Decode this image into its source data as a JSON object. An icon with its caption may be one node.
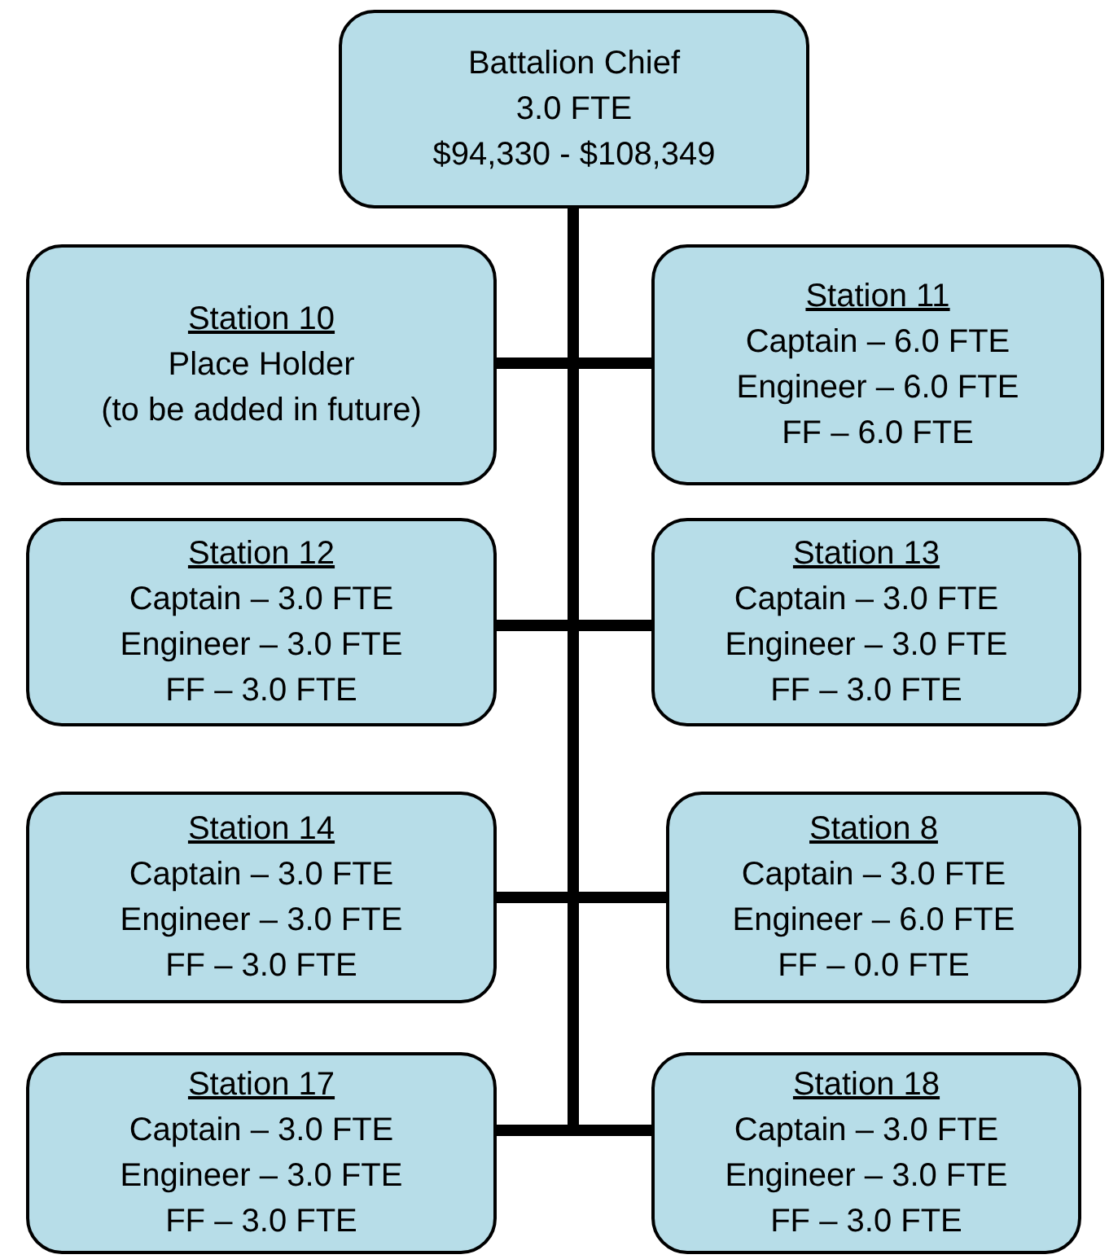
{
  "diagram": {
    "nodes": [
      {
        "text": [
          "Battalion Chief",
          "3.0 FTE",
          "$94,330 - $108,349"
        ]
      },
      {
        "text": [
          "Station 10",
          "Place Holder",
          "(to be added in future)"
        ]
      },
      {
        "text": [
          "Station 11",
          "Captain – 6.0 FTE",
          "Engineer – 6.0 FTE",
          "FF – 6.0 FTE"
        ]
      },
      {
        "text": [
          "Station 12",
          "Captain – 3.0 FTE",
          "Engineer – 3.0 FTE",
          "FF – 3.0 FTE"
        ]
      },
      {
        "text": [
          "Station 13",
          "Captain – 3.0 FTE",
          "Engineer – 3.0 FTE",
          "FF – 3.0 FTE"
        ]
      },
      {
        "text": [
          "Station 14",
          "Captain – 3.0 FTE",
          "Engineer – 3.0 FTE",
          "FF – 3.0 FTE"
        ]
      },
      {
        "text": [
          "Station 8",
          "Captain – 3.0 FTE",
          "Engineer – 6.0 FTE",
          "FF – 0.0 FTE"
        ]
      },
      {
        "text": [
          "Station 17",
          "Captain – 3.0 FTE",
          "Engineer – 3.0 FTE",
          "FF – 3.0 FTE"
        ]
      },
      {
        "text": [
          "Station 18",
          "Captain – 3.0 FTE",
          "Engineer – 3.0 FTE",
          "FF – 3.0 FTE"
        ]
      }
    ],
    "edges": [
      {
        "from": 0,
        "to": 1,
        "arrow": "none"
      },
      {
        "from": 0,
        "to": 2,
        "arrow": "none"
      },
      {
        "from": 0,
        "to": 3,
        "arrow": "none"
      },
      {
        "from": 0,
        "to": 4,
        "arrow": "none"
      },
      {
        "from": 0,
        "to": 5,
        "arrow": "none"
      },
      {
        "from": 0,
        "to": 6,
        "arrow": "none"
      },
      {
        "from": 0,
        "to": 7,
        "arrow": "none"
      },
      {
        "from": 0,
        "to": 8,
        "arrow": "none"
      }
    ]
  }
}
